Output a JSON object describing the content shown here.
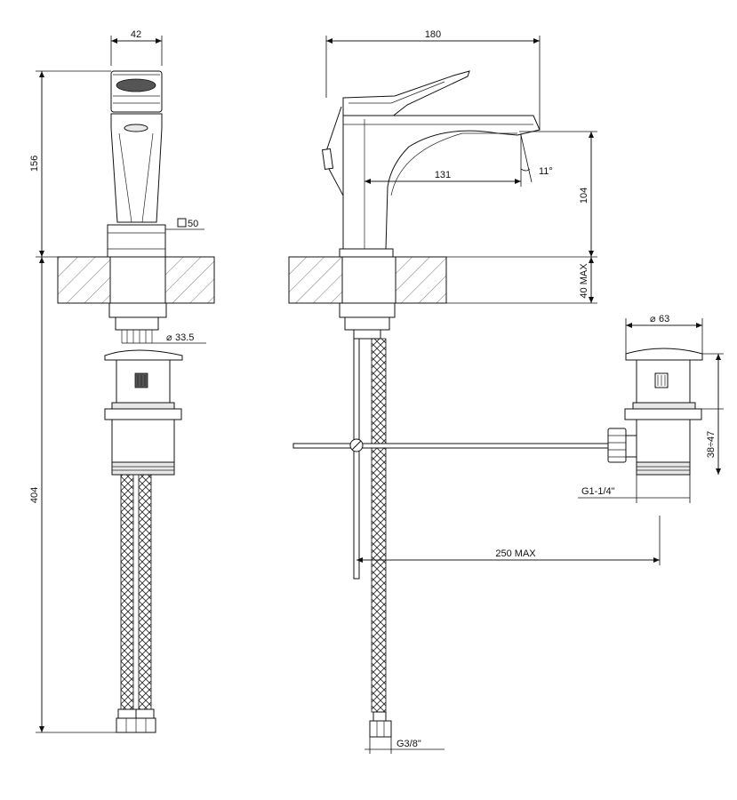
{
  "dimensions": {
    "front_width": "42",
    "front_height": "156",
    "square_base": "50",
    "pipe_diameter": "33.5",
    "total_height": "404",
    "side_width": "180",
    "spout_reach": "131",
    "spout_angle": "11°",
    "spout_height": "104",
    "deck_thickness": "40 MAX",
    "waste_diameter": "63",
    "waste_range": "38÷47",
    "waste_thread": "G1-1/4\"",
    "rod_length": "250 MAX",
    "hose_thread": "G3/8\""
  },
  "symbols": {
    "diameter": "⌀",
    "square": "□"
  },
  "colors": {
    "line": "#111111",
    "background": "#ffffff"
  }
}
